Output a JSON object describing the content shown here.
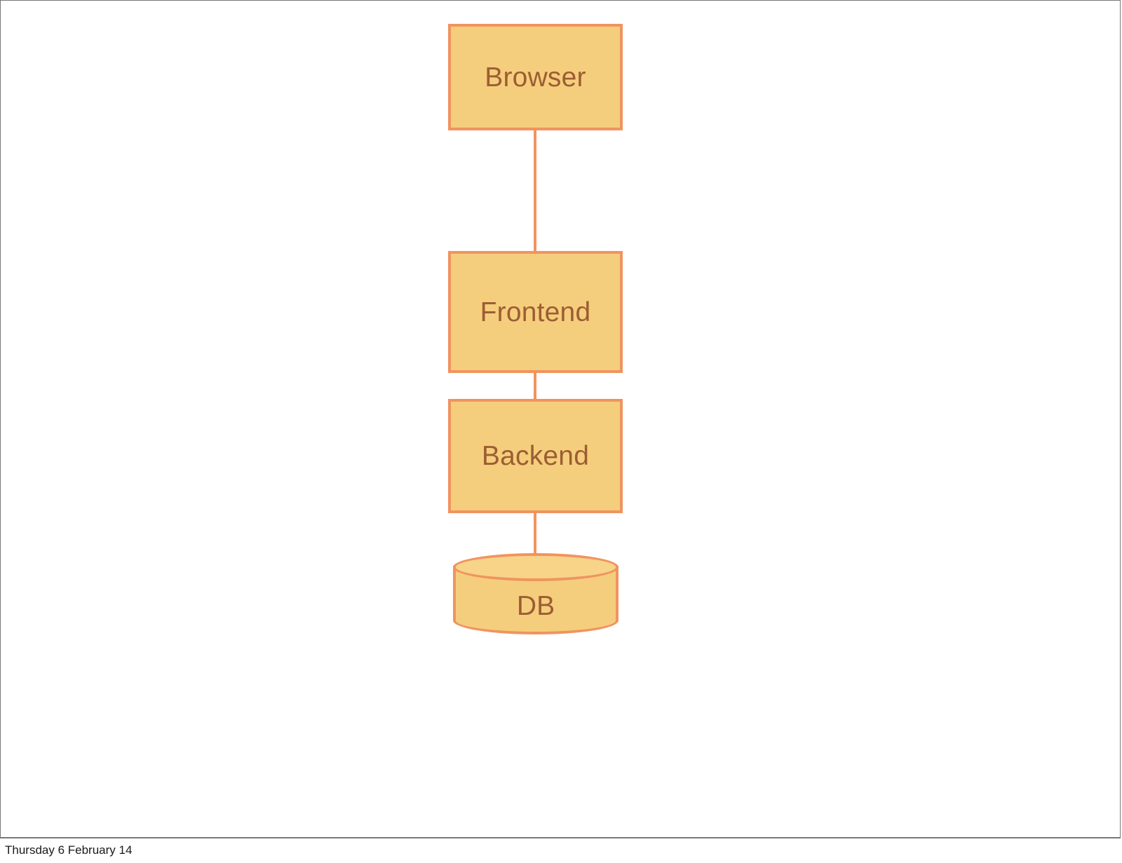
{
  "canvas": {
    "background_color": "#ffffff",
    "border_color": "#77787a"
  },
  "theme": {
    "node_fill": "#f5ce7d",
    "node_border": "#f0945f",
    "node_text": "#9c5d33",
    "edge_color": "#f0945f"
  },
  "diagram": {
    "type": "flowchart",
    "orientation": "vertical",
    "nodes": [
      {
        "id": "browser",
        "label": "Browser",
        "shape": "rectangle"
      },
      {
        "id": "frontend",
        "label": "Frontend",
        "shape": "rectangle"
      },
      {
        "id": "backend",
        "label": "Backend",
        "shape": "rectangle"
      },
      {
        "id": "db",
        "label": "DB",
        "shape": "cylinder"
      }
    ],
    "edges": [
      {
        "from": "browser",
        "to": "frontend",
        "style": "solid",
        "arrow": "none"
      },
      {
        "from": "frontend",
        "to": "backend",
        "style": "solid",
        "arrow": "none"
      },
      {
        "from": "backend",
        "to": "db",
        "style": "solid",
        "arrow": "none"
      }
    ]
  },
  "footer": {
    "date": "Thursday 6 February 14"
  }
}
